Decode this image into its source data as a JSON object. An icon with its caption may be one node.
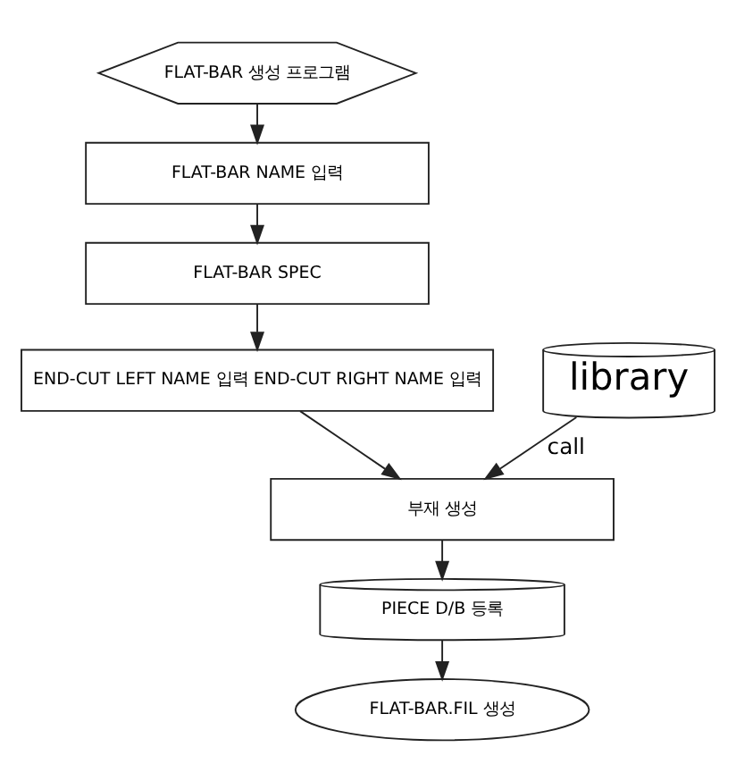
{
  "diagram": {
    "nodes": [
      {
        "text": [
          "FLAT-BAR 생성 프로그램"
        ]
      },
      {
        "text": [
          "FLAT-BAR NAME 입력"
        ]
      },
      {
        "text": [
          "FLAT-BAR SPEC"
        ]
      },
      {
        "text": [
          "END-CUT LEFT NAME 입력 END-CUT RIGHT NAME 입력"
        ]
      },
      {
        "text": [
          "library"
        ]
      },
      {
        "text": [
          "부재 생성"
        ]
      },
      {
        "text": [
          "PIECE D/B 등록"
        ]
      },
      {
        "text": [
          "FLAT-BAR.FIL 생성"
        ]
      }
    ],
    "edges": [
      {
        "from": 0,
        "to": 1,
        "arrow": "to"
      },
      {
        "from": 1,
        "to": 2,
        "arrow": "to"
      },
      {
        "from": 2,
        "to": 3,
        "arrow": "to"
      },
      {
        "from": 3,
        "to": 5,
        "arrow": "to"
      },
      {
        "from": 4,
        "to": 5,
        "arrow": "to",
        "label": "call"
      },
      {
        "from": 5,
        "to": 6,
        "arrow": "to"
      },
      {
        "from": 6,
        "to": 7,
        "arrow": "to"
      }
    ]
  }
}
